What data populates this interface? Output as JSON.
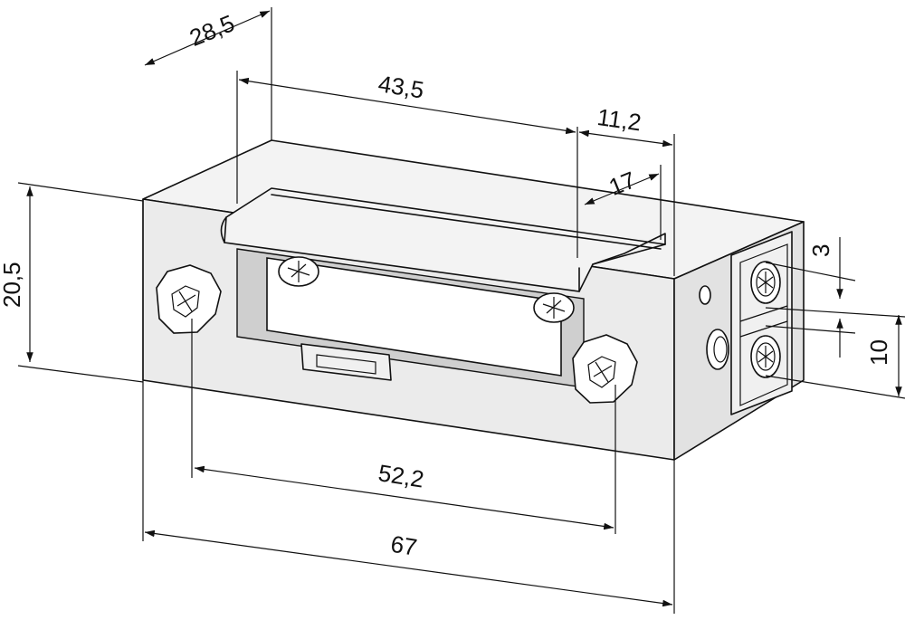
{
  "dimensions": {
    "depth": "28,5",
    "catch_length": "43,5",
    "terminal_width": "11,2",
    "latch_depth": "17",
    "terminal_offset": "3",
    "terminal_spacing": "10",
    "height": "20,5",
    "screw_spacing": "52,2",
    "overall_length": "67"
  }
}
